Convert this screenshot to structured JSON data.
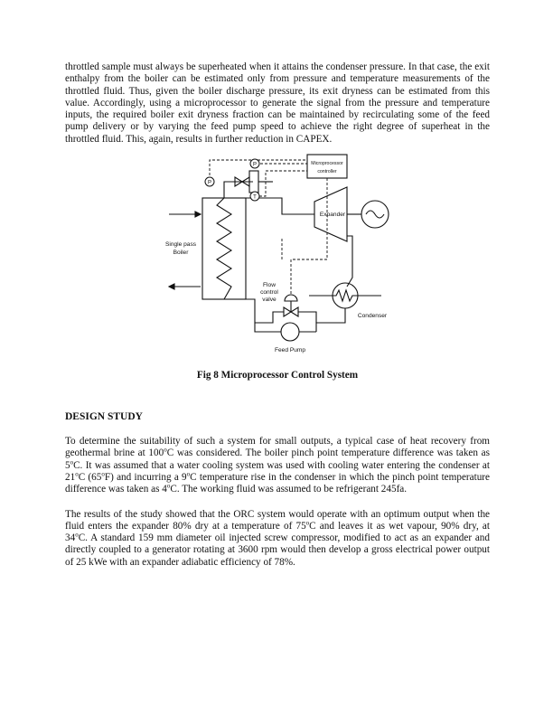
{
  "intro_paragraph": "throttled sample must always be superheated when it attains the condenser pressure. In that case, the exit enthalpy from the boiler can be estimated only from pressure and temperature measurements of the throttled fluid. Thus, given the boiler discharge pressure, its exit dryness can be estimated from this value. Accordingly, using a microprocessor to generate the signal from the pressure and temperature inputs, the required boiler exit dryness fraction can be maintained by recirculating some of the feed pump delivery or by varying the feed pump speed to achieve the right degree of superheat in the throttled fluid. This, again, results in further reduction in CAPEX.",
  "diagram": {
    "microprocessor_label_1": "Microprocessor",
    "microprocessor_label_2": "controller",
    "expander_label": "Expander",
    "boiler_label_1": "Single pass",
    "boiler_label_2": "Boiler",
    "flow_label_1": "Flow",
    "flow_label_2": "control",
    "flow_label_3": "valve",
    "condenser_label": "Condenser",
    "feed_pump_label": "Feed Pump",
    "p_sensor_1": "P",
    "p_sensor_2": "P",
    "t_sensor": "T"
  },
  "figure_caption": "Fig 8 Microprocessor Control System",
  "section_heading": "DESIGN STUDY",
  "design_paragraph_1_html": "To determine the suitability of such a system for small outputs, a typical case of heat recovery from geothermal brine at 100<sup>o</sup>C was considered.  The boiler pinch point temperature difference was taken as 5<sup>o</sup>C. It was assumed that a water cooling system was used with cooling water entering the condenser at 21<sup>o</sup>C (65<sup>o</sup>F) and incurring a 9<sup>o</sup>C temperature rise in the condenser in which the pinch point temperature difference was taken as 4<sup>o</sup>C. The working fluid was assumed to be refrigerant 245fa.",
  "design_paragraph_2_html": "The results of the study showed that the ORC system would operate with an optimum output when the fluid enters the expander 80% dry at a temperature of 75<sup>o</sup>C and leaves it as wet vapour, 90% dry, at 34<sup>o</sup>C. A standard 159 mm diameter oil injected screw compressor, modified to act as an expander and directly coupled to a generator rotating at 3600 rpm would then develop a gross electrical power output of 25 kWe with an expander adiabatic efficiency of 78%."
}
